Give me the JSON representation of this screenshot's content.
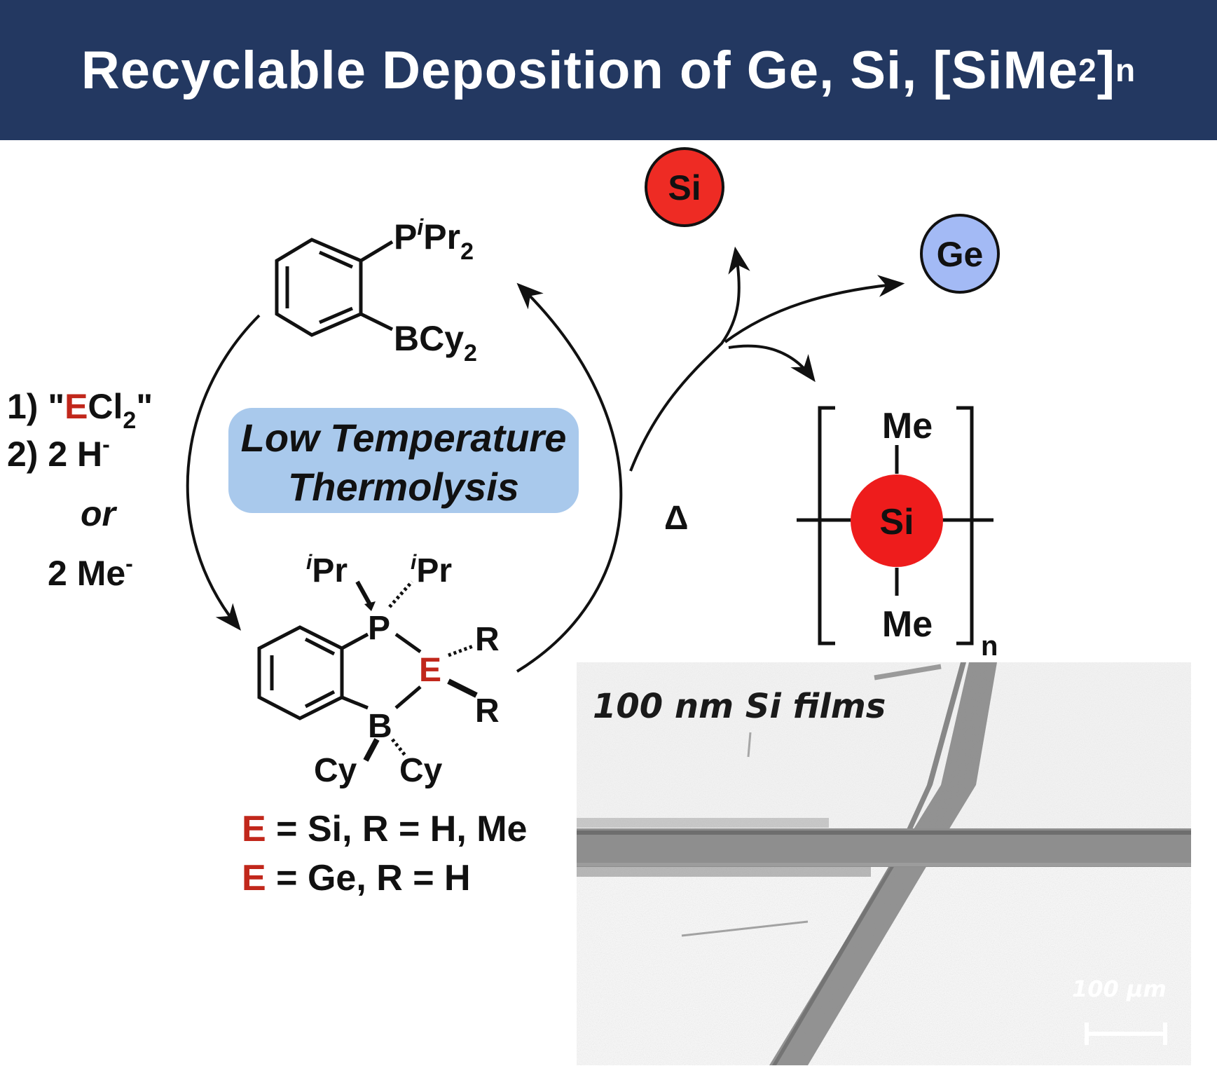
{
  "banner": {
    "title_main": "Recyclable Deposition of Ge, Si, [SiMe",
    "title_sub1": "2",
    "title_close": "]",
    "title_sub2": "n"
  },
  "catalyst_top": {
    "p_group": "P",
    "p_sup": "i",
    "p_rest": "Pr",
    "p_sub": "2",
    "b_group": "BCy",
    "b_sub": "2"
  },
  "adduct": {
    "ipr_left_sup": "i",
    "ipr_left": "Pr",
    "ipr_right_sup": "i",
    "ipr_right": "Pr",
    "p_atom": "P",
    "b_atom": "B",
    "e_atom": "E",
    "r_top": "R",
    "r_bottom": "R",
    "cy_left": "Cy",
    "cy_right": "Cy"
  },
  "definitions": {
    "line1_e": "E",
    "line1_rest": " = Si, R = H, Me",
    "line2_e": "E",
    "line2_rest": " = Ge, R = H"
  },
  "reagents": {
    "step1_prefix": "1) \"",
    "step1_e": "E",
    "step1_cl": "Cl",
    "step1_sub": "2",
    "step1_suffix": "\"",
    "step2": "2)  2 H",
    "step2_sup": "-",
    "or": "or",
    "alt": "2 Me",
    "alt_sup": "-"
  },
  "conditions": {
    "line1": "Low Temperature",
    "line2": "Thermolysis",
    "heat": "Δ"
  },
  "products": {
    "si": "Si",
    "ge": "Ge",
    "polymer_top": "Me",
    "polymer_center": "Si",
    "polymer_bottom": "Me",
    "polymer_n": "n"
  },
  "sem": {
    "label": "100 nm Si films",
    "scale": "100 μm"
  },
  "colors": {
    "banner": "#233861",
    "element_red": "#c1271b",
    "si_circle": "#ee2b24",
    "ge_circle": "#a3baf5",
    "pill": "#a9c9ec"
  }
}
